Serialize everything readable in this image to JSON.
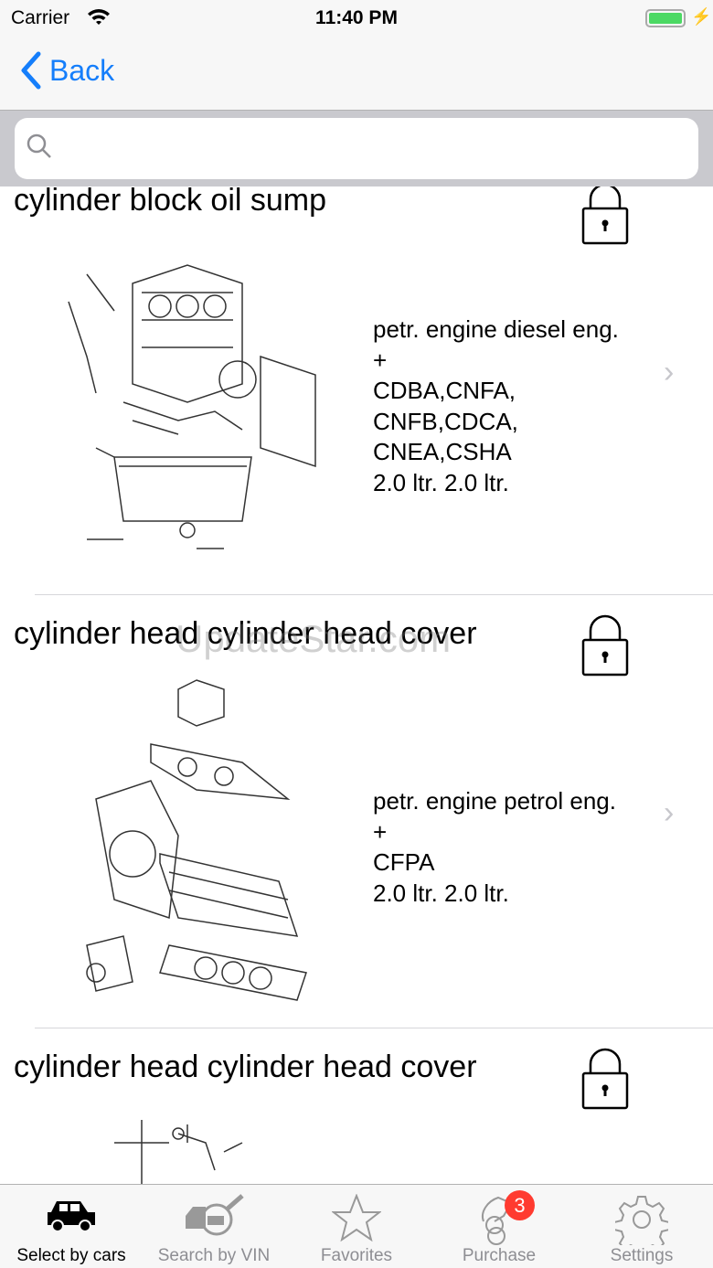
{
  "status": {
    "carrier": "Carrier",
    "time": "11:40 PM"
  },
  "nav": {
    "back_label": "Back"
  },
  "search": {
    "placeholder": "",
    "value": ""
  },
  "rows": [
    {
      "title": "cylinder block oil sump",
      "desc": [
        "petr. engine diesel eng.",
        "+",
        "CDBA,CNFA,",
        "CNFB,CDCA,",
        "CNEA,CSHA",
        "2.0 ltr. 2.0 ltr."
      ],
      "locked": true
    },
    {
      "title": "cylinder head cylinder head cover",
      "desc": [
        "petr. engine petrol eng.",
        "+",
        "CFPA",
        "2.0 ltr. 2.0 ltr."
      ],
      "locked": true
    },
    {
      "title": "cylinder head cylinder head cover",
      "desc": [],
      "locked": true
    }
  ],
  "watermark": "UpdateStar.com",
  "tabs": [
    {
      "label": "Select by cars",
      "icon": "car-icon",
      "active": true
    },
    {
      "label": "Search by VIN",
      "icon": "vin-search-icon"
    },
    {
      "label": "Favorites",
      "icon": "star-icon"
    },
    {
      "label": "Purchase",
      "icon": "purchase-icon",
      "badge": "3"
    },
    {
      "label": "Settings",
      "icon": "gear-icon"
    }
  ],
  "colors": {
    "accent": "#157efb",
    "badge": "#ff3b30",
    "battery": "#4cd964"
  }
}
